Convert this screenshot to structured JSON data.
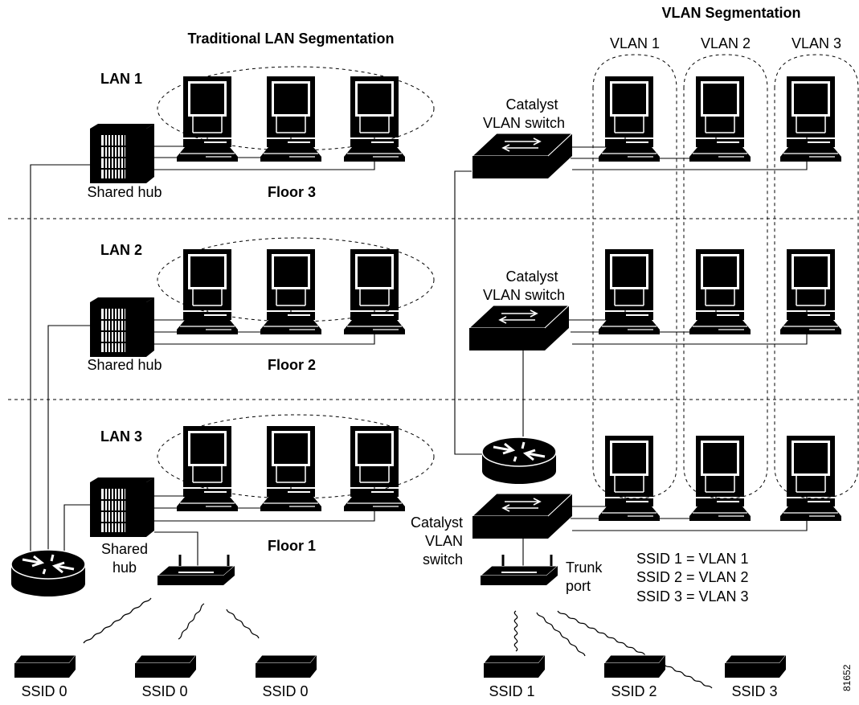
{
  "titles": {
    "traditional": "Traditional LAN Segmentation",
    "vlan": "VLAN Segmentation"
  },
  "vlans": [
    "VLAN 1",
    "VLAN 2",
    "VLAN 3"
  ],
  "lans": [
    "LAN 1",
    "LAN 2",
    "LAN 3"
  ],
  "floors": [
    "Floor 3",
    "Floor 2",
    "Floor 1"
  ],
  "hub": {
    "label": "Shared hub",
    "floor1_line1": "Shared",
    "floor1_line2": "hub"
  },
  "switch": {
    "line1": "Catalyst",
    "line2": "VLAN switch",
    "alt_line2": "VLAN",
    "alt_line3": "switch"
  },
  "trunk": {
    "line1": "Trunk",
    "line2": "port"
  },
  "ssid_map": [
    "SSID 1 = VLAN 1",
    "SSID 2 = VLAN 2",
    "SSID 3 = VLAN 3"
  ],
  "clients_left": [
    "SSID 0",
    "SSID 0",
    "SSID 0"
  ],
  "clients_right": [
    "SSID 1",
    "SSID 2",
    "SSID 3"
  ],
  "figure_id": "81652"
}
